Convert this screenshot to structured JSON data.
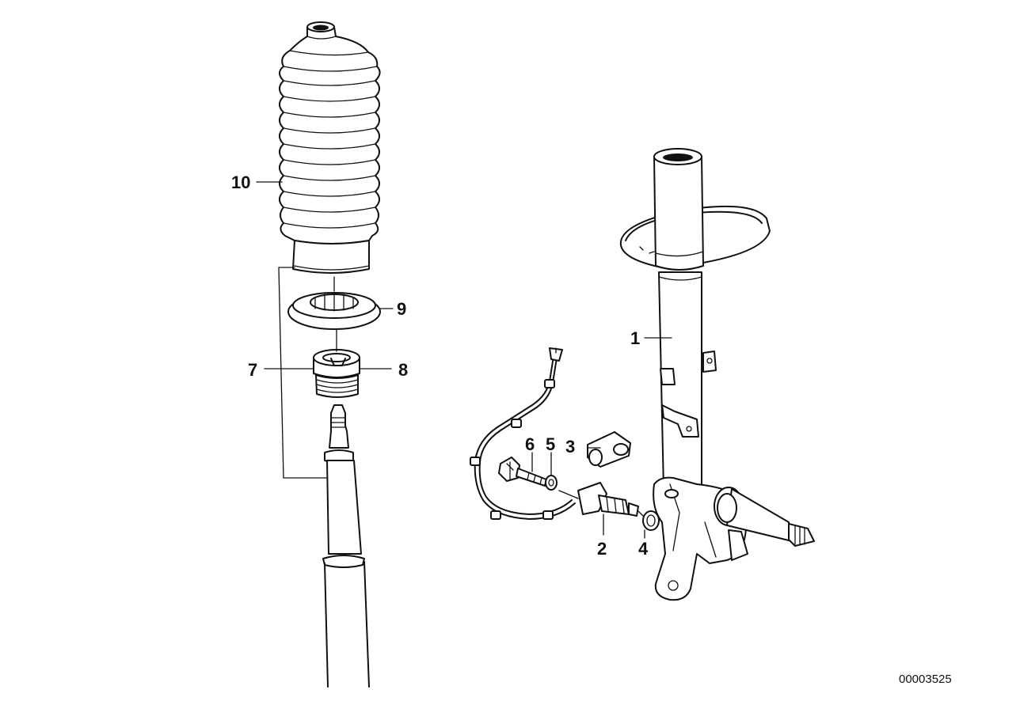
{
  "diagram": {
    "reference_number": "00003525",
    "labels": {
      "p1": "1",
      "p2": "2",
      "p3": "3",
      "p4": "4",
      "p5": "5",
      "p6": "6",
      "p7": "7",
      "p8": "8",
      "p9": "9",
      "p10": "10"
    }
  }
}
